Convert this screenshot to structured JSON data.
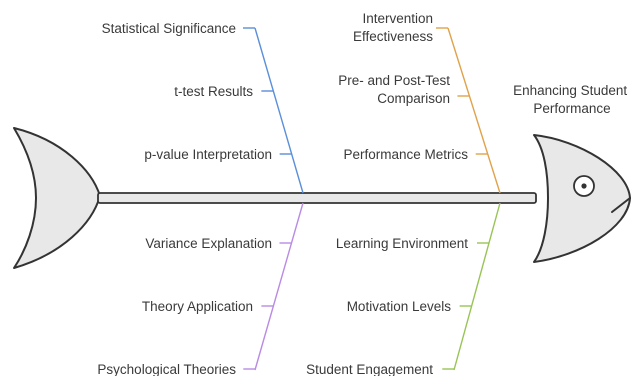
{
  "head_label": [
    "Enhancing Student",
    "Performance"
  ],
  "colors": {
    "blue": "#5b8fd9",
    "orange": "#e0a24b",
    "purple": "#b98be3",
    "green": "#98c456",
    "outline": "#333333",
    "fill": "#e8e8e8"
  },
  "branches": [
    {
      "color_key": "blue",
      "causes": [
        [
          "Statistical Significance"
        ],
        [
          "t-test Results"
        ],
        [
          "p-value Interpretation"
        ]
      ]
    },
    {
      "color_key": "orange",
      "causes": [
        [
          "Intervention",
          "Effectiveness"
        ],
        [
          "Pre- and Post-Test",
          "Comparison"
        ],
        [
          "Performance Metrics"
        ]
      ]
    },
    {
      "color_key": "purple",
      "causes": [
        [
          "Variance Explanation"
        ],
        [
          "Theory Application"
        ],
        [
          "Psychological Theories"
        ]
      ]
    },
    {
      "color_key": "green",
      "causes": [
        [
          "Learning Environment"
        ],
        [
          "Motivation Levels"
        ],
        [
          "Student Engagement"
        ]
      ]
    }
  ]
}
